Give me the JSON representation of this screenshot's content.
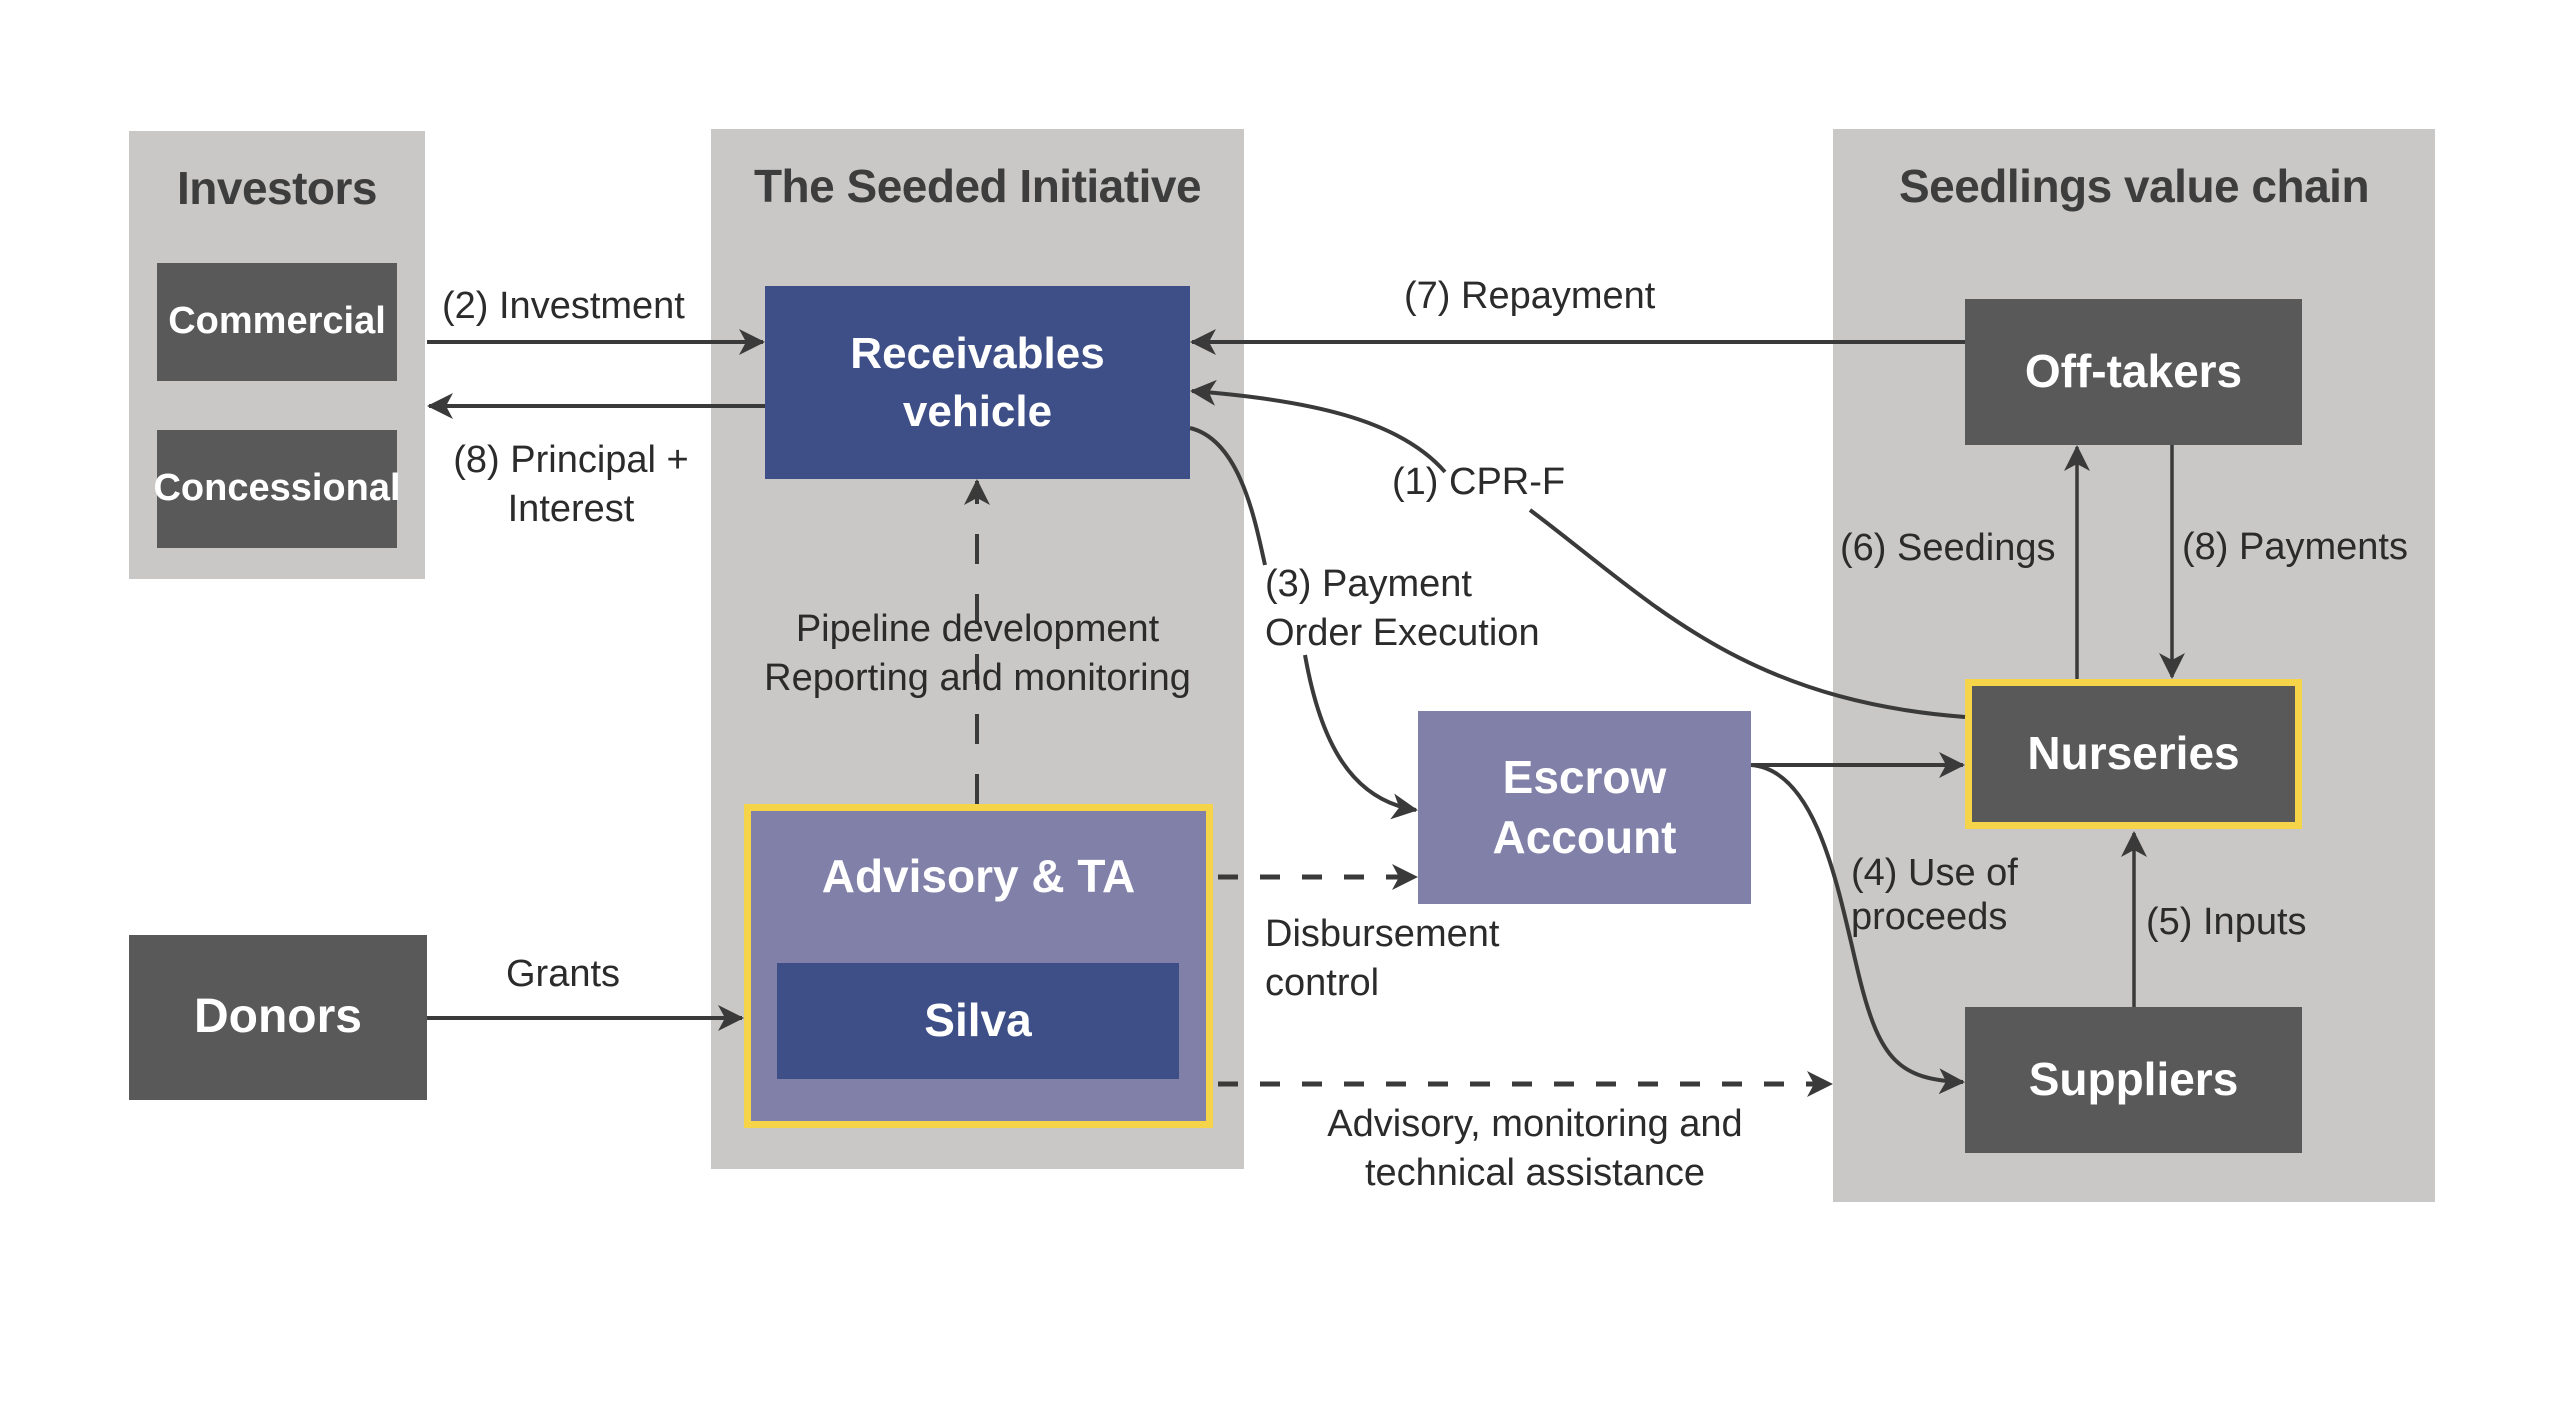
{
  "panels": {
    "investors": {
      "title": "Investors",
      "items": [
        "Commercial",
        "Concessional"
      ]
    },
    "seeded": {
      "title": "The Seeded Initiative",
      "receivables": "Receivables vehicle",
      "receivables_line1": "Receivables",
      "receivables_line2": "vehicle",
      "advisory": "Advisory & TA",
      "silva": "Silva"
    },
    "value_chain": {
      "title": "Seedlings value chain",
      "offtakers": "Off-takers",
      "nurseries": "Nurseries",
      "suppliers": "Suppliers"
    }
  },
  "standalone": {
    "donors": "Donors",
    "escrow_line1": "Escrow",
    "escrow_line2": "Account"
  },
  "flows": {
    "investment": "(2) Investment",
    "principal_line1": "(8) Principal +",
    "principal_line2": "Interest",
    "repayment": "(7) Repayment",
    "cprf": "(1) CPR-F",
    "payment_order_line1": "(3) Payment",
    "payment_order_line2": "Order Execution",
    "pipeline_line1": "Pipeline development",
    "pipeline_line2": "Reporting and monitoring",
    "seedings": "(6) Seedings",
    "payments": "(8) Payments",
    "use_of_proceeds_line1": "(4) Use of",
    "use_of_proceeds_line2": "proceeds",
    "inputs": "(5) Inputs",
    "grants": "Grants",
    "disbursement_line1": "Disbursement",
    "disbursement_line2": "control",
    "advisory_line1": "Advisory, monitoring and",
    "advisory_line2": "technical assistance"
  },
  "colors": {
    "panel_bg": "#c9c8c6",
    "dark_box": "#595959",
    "navy_box": "#3e4e87",
    "lavender_box": "#8080a9",
    "highlight": "#f5d44a",
    "arrow": "#3a3a3a"
  }
}
